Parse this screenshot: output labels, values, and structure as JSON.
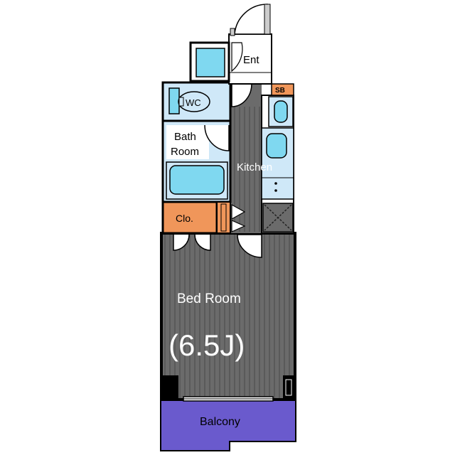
{
  "rooms": {
    "entrance": "Ent",
    "wc": "WC",
    "bath_line1": "Bath",
    "bath_line2": "Room",
    "kitchen": "Kitchen",
    "shoe_box": "SB",
    "closet": "Clo.",
    "bedroom": "Bed Room",
    "bedroom_size": "(6.5J)",
    "balcony": "Balcony"
  },
  "colors": {
    "wet_area": "#cfe8f8",
    "fixture": "#7fd8f0",
    "closet": "#f0965a",
    "balcony": "#6a5acd",
    "floor": "#606060"
  }
}
